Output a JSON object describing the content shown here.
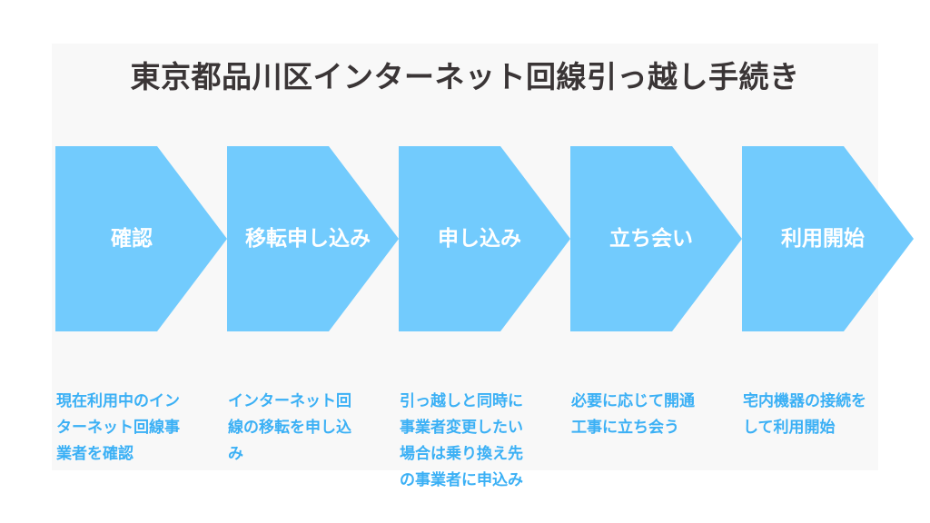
{
  "title": "東京都品川区インターネット回線引っ越し手続き",
  "colors": {
    "arrow": "#72cbfd",
    "description": "#3bb0f5",
    "title": "#3a3536"
  },
  "steps": [
    {
      "label": "確認",
      "description": "現在利用中のインターネット回線事業者を確認"
    },
    {
      "label": "移転申し込み",
      "description": "インターネット回線の移転を申し込み"
    },
    {
      "label": "申し込み",
      "description": "引っ越しと同時に事業者変更したい場合は乗り換え先の事業者に申込み"
    },
    {
      "label": "立ち会い",
      "description": "必要に応じて開通工事に立ち会う"
    },
    {
      "label": "利用開始",
      "description": "宅内機器の接続をして利用開始"
    }
  ]
}
